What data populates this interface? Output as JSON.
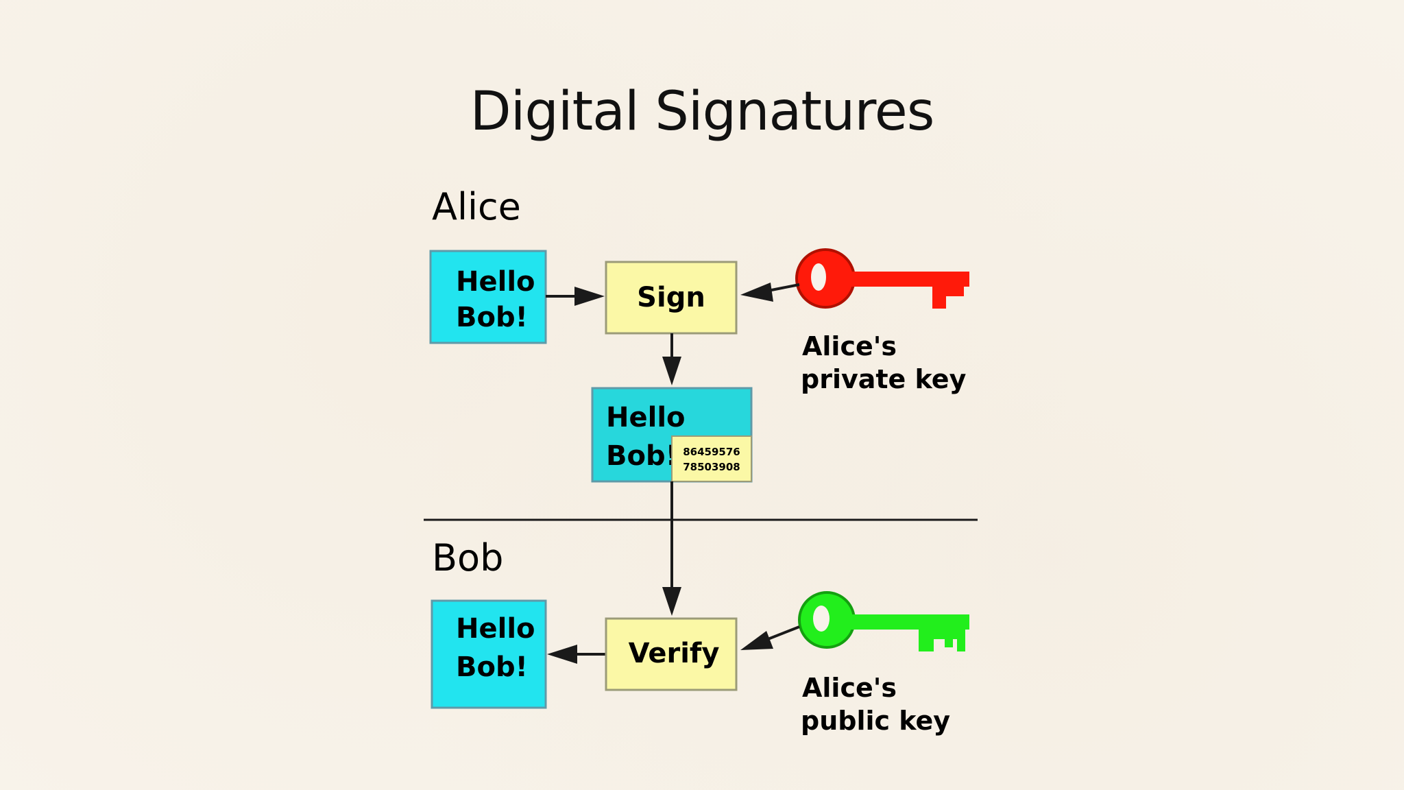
{
  "slide": {
    "title": "Digital Signatures"
  },
  "diagram": {
    "sender": {
      "name": "Alice",
      "message_line1": "Hello",
      "message_line2": "Bob!",
      "sign_label": "Sign",
      "key_label_line1": "Alice's",
      "key_label_line2": "private key"
    },
    "signed_message": {
      "line1": "Hello",
      "line2": "Bob!",
      "signature_line1": "86459576",
      "signature_line2": "78503908"
    },
    "receiver": {
      "name": "Bob",
      "message_line1": "Hello",
      "message_line2": "Bob!",
      "verify_label": "Verify",
      "key_label_line1": "Alice's",
      "key_label_line2": "public key"
    },
    "colors": {
      "message_box": "#22e4ef",
      "action_box": "#fbf8a6",
      "private_key": "#ff1a0a",
      "public_key": "#22ee1c",
      "box_border": "#5f9aa8",
      "line": "#1a1a1a"
    }
  }
}
